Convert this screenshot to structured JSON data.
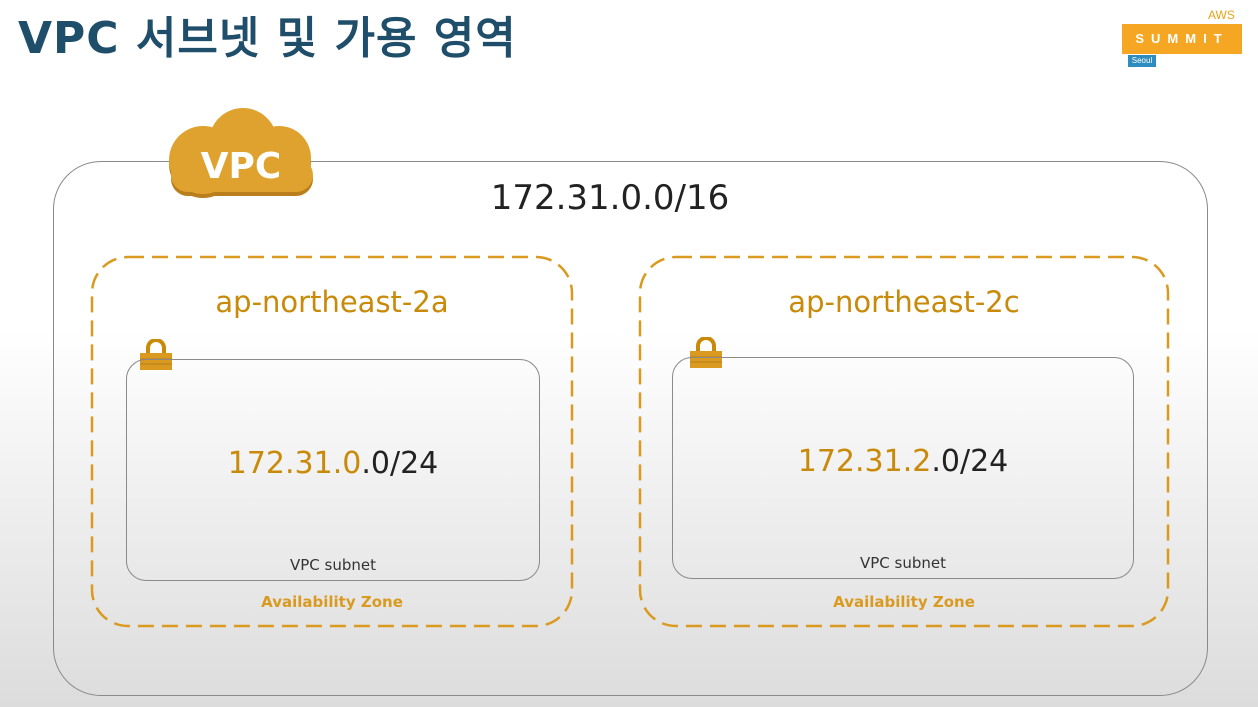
{
  "title": "VPC 서브넷 및 가용 영역",
  "logo": {
    "aws": "AWS",
    "summit": "SUMMIT",
    "city": "Seoul"
  },
  "vpc": {
    "badge": "VPC",
    "cidr": "172.31.0.0/16"
  },
  "zones": [
    {
      "name": "ap-northeast-2a",
      "label": "Availability Zone",
      "subnet": {
        "cidr_prefix": "172.31.0",
        "cidr_suffix": ".0/24",
        "label": "VPC subnet"
      }
    },
    {
      "name": "ap-northeast-2c",
      "label": "Availability Zone",
      "subnet": {
        "cidr_prefix": "172.31.2",
        "cidr_suffix": ".0/24",
        "label": "VPC subnet"
      }
    }
  ],
  "colors": {
    "title": "#1f4e6b",
    "accent_orange": "#c98a0a",
    "az_border": "#d99a1f",
    "cloud": "#e0a22e",
    "logo_orange": "#f5a623",
    "logo_blue": "#2d8cc0"
  },
  "icons": {
    "cloud": "cloud-icon",
    "lock": "lock-icon"
  }
}
